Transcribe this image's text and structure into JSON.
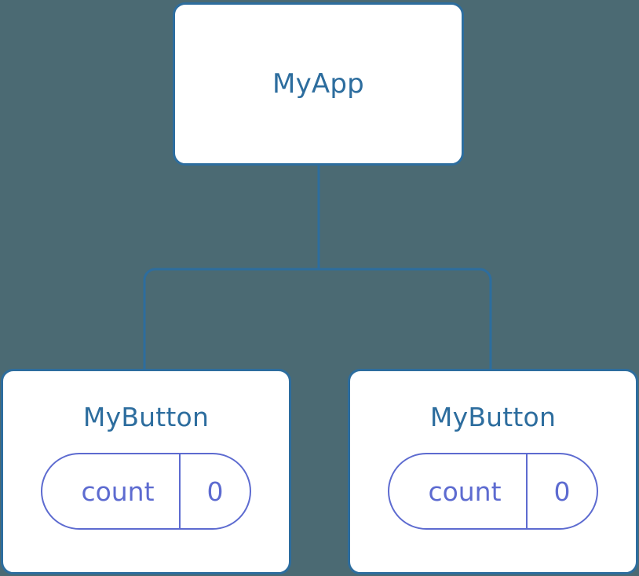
{
  "diagram": {
    "title": "component-tree",
    "background_color": "#4b6a73",
    "node_border_color": "#2d6d9e",
    "node_text_color": "#2d6d9e",
    "state_color": "#5d6bd0",
    "edge_color": "#2d6d9e"
  },
  "root": {
    "label": "MyApp"
  },
  "children": [
    {
      "label": "MyButton",
      "state": {
        "key": "count",
        "value": "0"
      }
    },
    {
      "label": "MyButton",
      "state": {
        "key": "count",
        "value": "0"
      }
    }
  ]
}
